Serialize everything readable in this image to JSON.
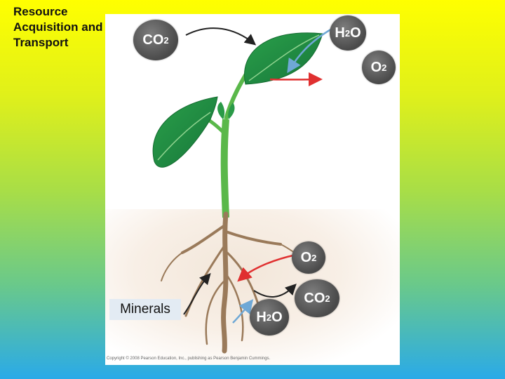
{
  "title": "Resource Acquisition and Transport",
  "labels": {
    "co2_top": "CO",
    "co2_top_sub": "2",
    "h2o_top": "H",
    "h2o_top_sub": "2",
    "h2o_top_end": "O",
    "o2_top": "O",
    "o2_top_sub": "2",
    "o2_root": "O",
    "o2_root_sub": "2",
    "co2_root": "CO",
    "co2_root_sub": "2",
    "h2o_root": "H",
    "h2o_root_sub": "2",
    "h2o_root_end": "O",
    "minerals": "Minerals"
  },
  "copyright": "Copyright © 2008 Pearson Education, Inc., publishing as Pearson Benjamin Cummings.",
  "colors": {
    "co2_arrow": "#222222",
    "h2o_arrow": "#6fa8d6",
    "o2_arrow": "#e03030",
    "leaf": "#2e9a4a",
    "stem": "#55b84a",
    "root": "#9a7a5a"
  }
}
